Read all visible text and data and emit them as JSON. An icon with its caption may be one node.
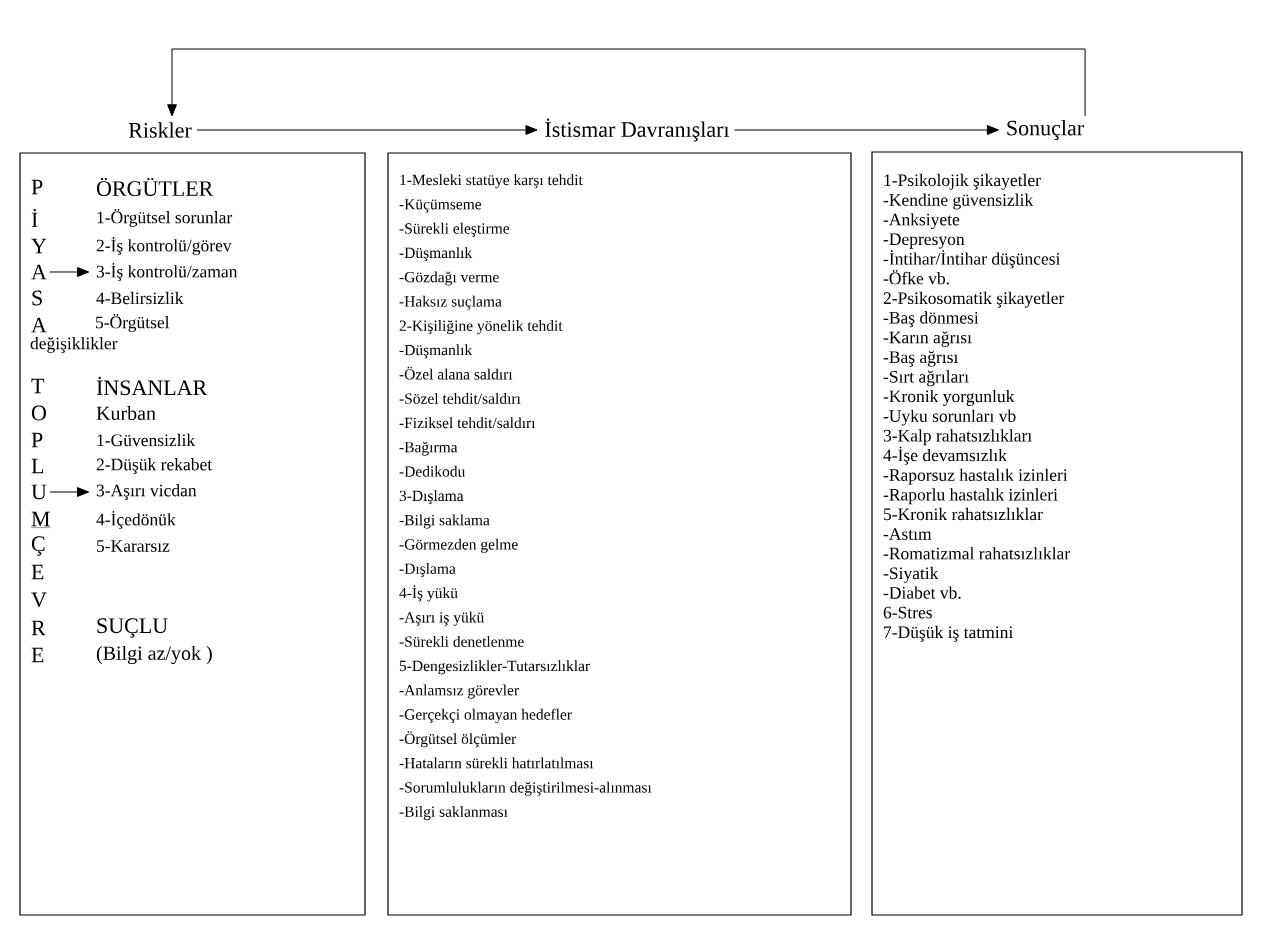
{
  "diagram": {
    "nodes": [
      {
        "text": [
          "Riskler"
        ]
      },
      {
        "text": [
          "İstismar Davranışları"
        ]
      },
      {
        "text": [
          "Sonuçlar"
        ]
      },
      {
        "text": [
          "P",
          "ÖRGÜTLER",
          "İ",
          "1-Örgütsel sorunlar",
          "Y",
          "2-İş kontrolü/görev",
          "S",
          "4-Belirsizlik",
          "A",
          "5-Örgütsel değişiklikler",
          "T",
          "İNSANLAR",
          "O",
          "Kurban",
          "P",
          "1-Güvensizlik",
          "L",
          "2-Düşük rekabet",
          "M",
          "4-İçedönük",
          "Ç",
          "5-Kararsız",
          "E",
          "V",
          "R",
          "SUÇLU",
          "E",
          "(Bilgi az/yok )"
        ]
      },
      {
        "text": [
          "A"
        ],
        "in": 3
      },
      {
        "text": [
          "3-İş kontrolü/zaman"
        ],
        "in": 3
      },
      {
        "text": [
          "U"
        ],
        "in": 3
      },
      {
        "text": [
          "3-Aşırı vicdan"
        ],
        "in": 3
      },
      {
        "text": [
          "1-Mesleki statüye karşı tehdit",
          "-Küçümseme",
          "-Sürekli eleştirme",
          "-Düşmanlık",
          "-Gözdağı verme",
          "-Haksız suçlama",
          "2-Kişiliğine yönelik tehdit",
          "-Düşmanlık",
          "-Özel alana saldırı",
          "-Sözel tehdit/saldırı",
          "-Fiziksel tehdit/saldırı",
          "-Bağırma",
          "-Dedikodu",
          "3-Dışlama",
          "-Bilgi saklama",
          "-Görmezden gelme",
          "-Dışlama",
          "4-İş yükü",
          "-Aşırı iş yükü",
          "-Sürekli denetlenme",
          "5-Dengesizlikler-Tutarsızlıklar",
          "-Anlamsız görevler",
          "-Gerçekçi olmayan hedefler",
          "-Örgütsel ölçümler",
          "-Hataların sürekli hatırlatılması",
          "-Sorumlulukların değiştirilmesi-alınması",
          "-Bilgi saklanması"
        ]
      },
      {
        "text": [
          "1-Psikolojik şikayetler",
          "-Kendine güvensizlik",
          "-Anksiyete",
          "-Depresyon",
          "-İntihar/İntihar düşüncesi",
          "-Öfke vb.",
          "2-Psikosomatik şikayetler",
          "-Baş dönmesi",
          "-Karın ağrısı",
          "-Baş ağrısı",
          "-Sırt ağrıları",
          "-Kronik yorgunluk",
          "-Uyku sorunları vb",
          "3-Kalp rahatsızlıkları",
          "4-İşe devamsızlık",
          "-Raporsuz hastalık izinleri",
          "-Raporlu hastalık izinleri",
          "5-Kronik rahatsızlıklar",
          "-Astım",
          "-Romatizmal rahatsızlıklar",
          "-Siyatik",
          "-Diabet vb.",
          "6-Stres",
          "7-Düşük iş tatmini"
        ]
      }
    ],
    "edges": [
      {
        "from": 0,
        "to": 1,
        "arrow": "to"
      },
      {
        "from": 1,
        "to": 2,
        "arrow": "to"
      },
      {
        "from": 2,
        "to": 0,
        "arrow": "to"
      },
      {
        "from": 4,
        "to": 5,
        "arrow": "to"
      },
      {
        "from": 6,
        "to": 7,
        "arrow": "to"
      }
    ]
  }
}
